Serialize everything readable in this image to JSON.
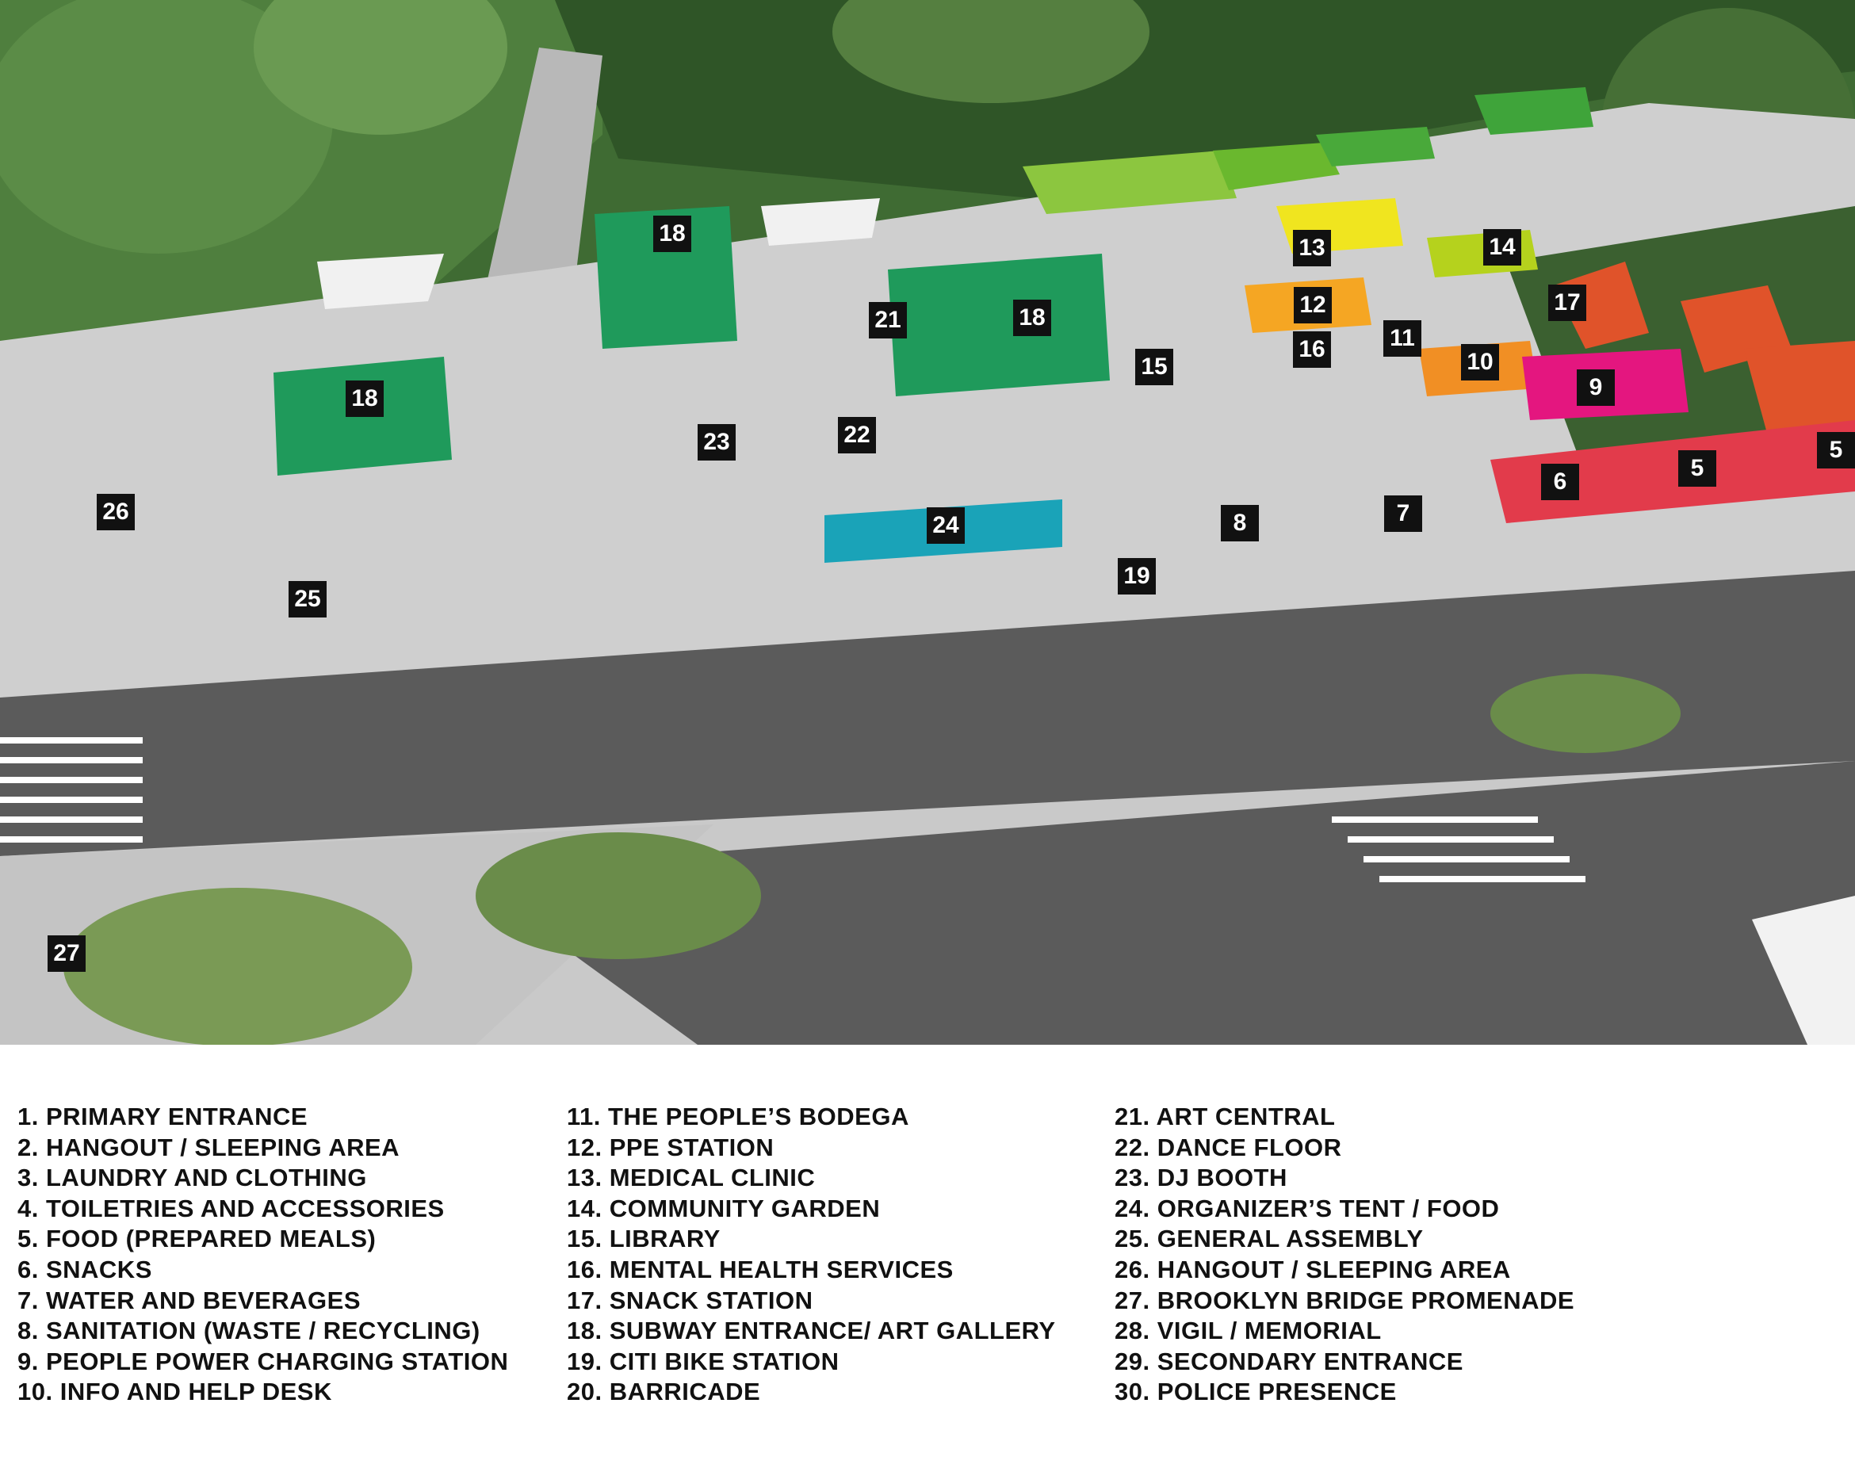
{
  "map": {
    "markers": [
      "18",
      "18",
      "18",
      "21",
      "23",
      "22",
      "24",
      "25",
      "26",
      "13",
      "12",
      "16",
      "11",
      "10",
      "14",
      "17",
      "9",
      "15",
      "8",
      "7",
      "6",
      "5",
      "5",
      "19",
      "27"
    ]
  },
  "legend": {
    "columns": [
      [
        "1. PRIMARY ENTRANCE",
        "2. HANGOUT / SLEEPING AREA",
        "3. LAUNDRY AND CLOTHING",
        "4. TOILETRIES AND ACCESSORIES",
        "5. FOOD (PREPARED MEALS)",
        "6. SNACKS",
        "7. WATER AND BEVERAGES",
        "8. SANITATION (WASTE / RECYCLING)",
        "9. PEOPLE POWER CHARGING STATION",
        "10. INFO AND HELP DESK"
      ],
      [
        "11. THE PEOPLE’S BODEGA",
        "12. PPE STATION",
        "13. MEDICAL CLINIC",
        "14. COMMUNITY GARDEN",
        "15. LIBRARY",
        "16. MENTAL HEALTH SERVICES",
        "17. SNACK STATION",
        "18. SUBWAY ENTRANCE/ ART GALLERY",
        "19. CITI BIKE STATION",
        "20. BARRICADE"
      ],
      [
        "21. ART CENTRAL",
        "22. DANCE FLOOR",
        "23. DJ BOOTH",
        "24. ORGANIZER’S TENT / FOOD",
        "25. GENERAL ASSEMBLY",
        "26. HANGOUT / SLEEPING AREA",
        "27. BROOKLYN BRIDGE PROMENADE",
        "28. VIGIL / MEMORIAL",
        "29. SECONDARY ENTRANCE",
        "30. POLICE PRESENCE"
      ]
    ]
  }
}
